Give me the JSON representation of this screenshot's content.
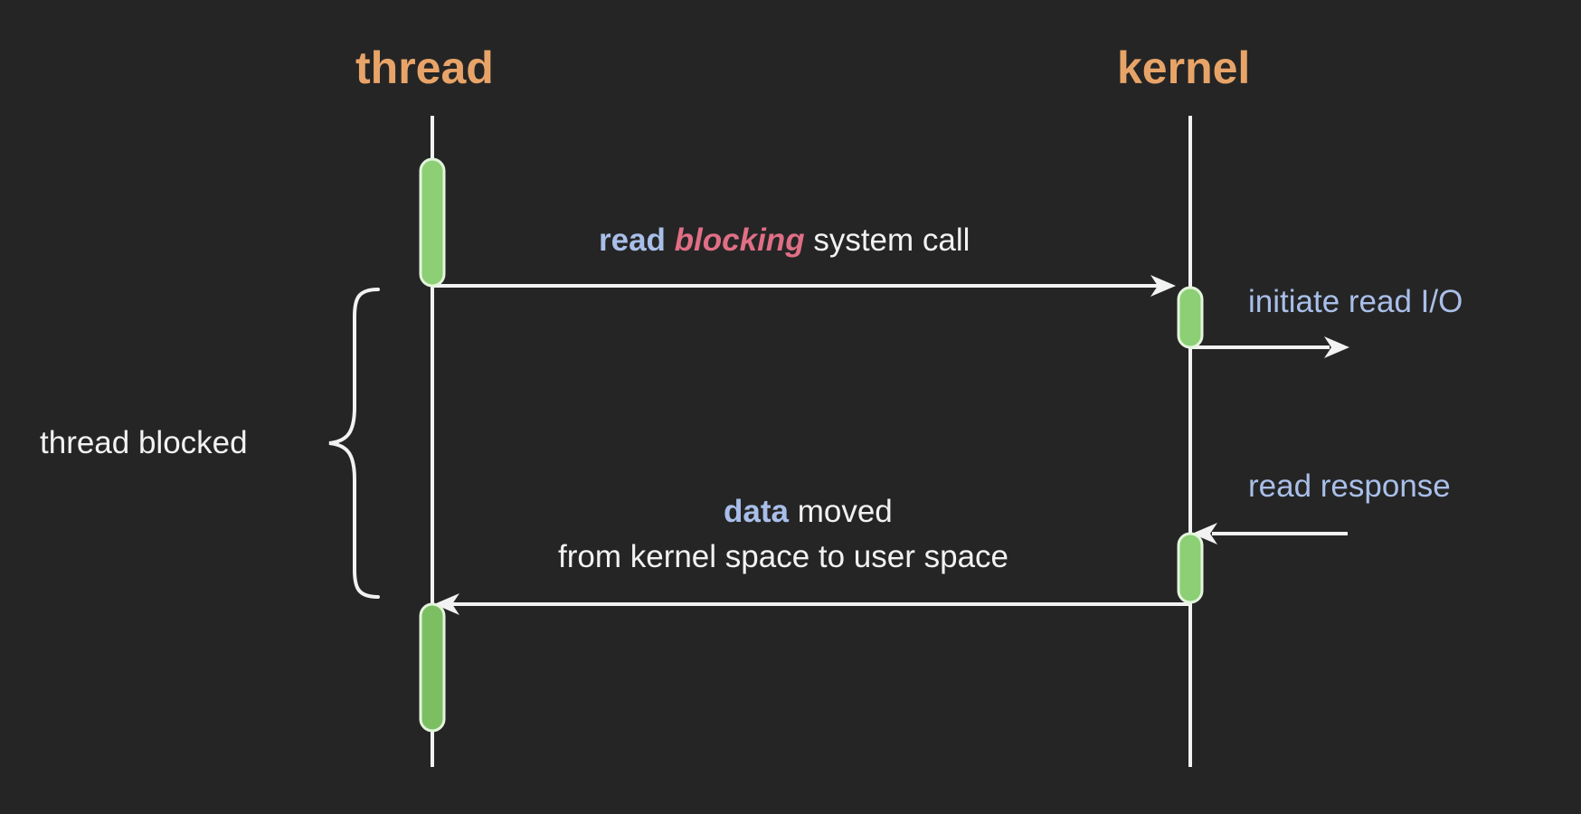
{
  "colors": {
    "background": "#252525",
    "header": "#e8a468",
    "line": "#f2f2f2",
    "text": "#f2f2f2",
    "keyword_blue": "#a9bfe9",
    "keyword_pink": "#e06f86",
    "activation_fill": "#8ccf74",
    "activation_stroke": "#e3f4dc"
  },
  "lifelines": {
    "thread": "thread",
    "kernel": "kernel"
  },
  "messages": {
    "request": {
      "op": "read",
      "mode": "blocking",
      "rest": "system call"
    },
    "initiate": "initiate read I/O",
    "response": "read response",
    "copy": {
      "keyword": "data",
      "rest": "moved",
      "line2": "from kernel space to user space"
    }
  },
  "annotation": {
    "blocked": "thread blocked"
  }
}
